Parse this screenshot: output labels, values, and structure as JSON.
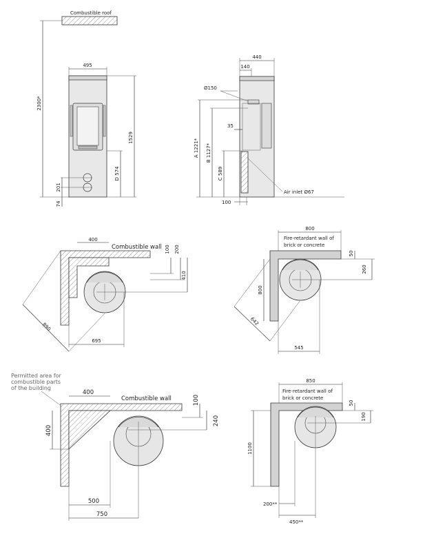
{
  "labels": {
    "combustible_roof": "Combustible roof",
    "combustible_wall_1": "Combustible wall",
    "combustible_wall_2": "Combustible wall",
    "fire_wall_1a": "Fire-retardant wall of",
    "fire_wall_1b": "brick or concrete",
    "fire_wall_2a": "Fire-retardant wall of",
    "fire_wall_2b": "brick or concrete",
    "air_inlet": "Air inlet Ø67",
    "permitted_1": "Permitted area for",
    "permitted_2": "combustible parts",
    "permitted_3": "of the building"
  },
  "front_view": {
    "width": "495",
    "height": "1529",
    "roof_height": "2300*",
    "d": "D 574",
    "h201": "201",
    "h74": "74"
  },
  "side_view": {
    "depth": "440",
    "top": "140",
    "outlet": "Ø150",
    "a": "A 1221*",
    "b": "B 1127*",
    "c": "C 589",
    "d35": "35",
    "d100": "100"
  },
  "plan1": {
    "d400": "400",
    "d100": "100",
    "d200": "200",
    "d410": "410",
    "d890": "890",
    "d695": "695"
  },
  "plan2": {
    "d800": "800",
    "d50": "50",
    "d260": "260",
    "d800v": "800",
    "d642": "642",
    "d545": "545"
  },
  "plan3": {
    "d400": "400",
    "d100": "100",
    "d240": "240",
    "d400v": "400",
    "d500": "500",
    "d750": "750"
  },
  "plan4": {
    "d850": "850",
    "d50": "50",
    "d190": "190",
    "d1100": "1100",
    "d200": "200**",
    "d450": "450**"
  }
}
